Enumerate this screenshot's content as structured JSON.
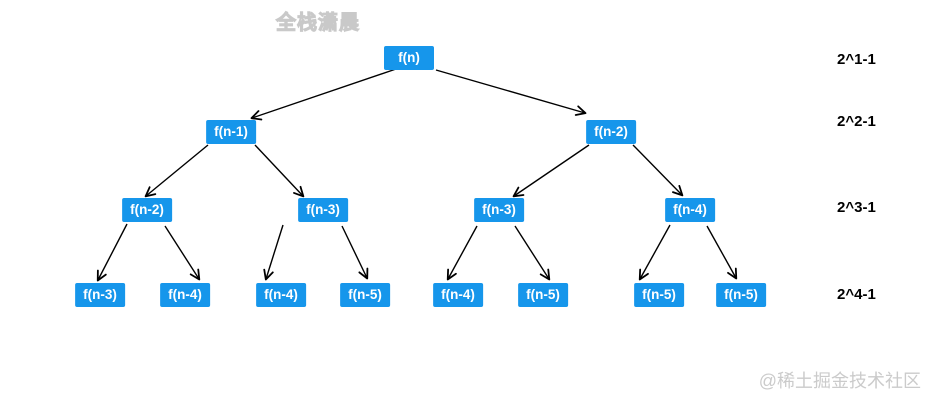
{
  "watermarks": {
    "top": "全栈潇晨",
    "bottom": "@稀土掘金技术社区"
  },
  "colors": {
    "node_bg": "#1696eb",
    "node_text": "#ffffff",
    "arrow": "#000000",
    "level_label_text": "#000000",
    "watermark_gray": "#cccccc"
  },
  "level_labels": [
    {
      "text": "2^1-1",
      "level": 1
    },
    {
      "text": "2^2-1",
      "level": 2
    },
    {
      "text": "2^3-1",
      "level": 3
    },
    {
      "text": "2^4-1",
      "level": 4
    }
  ],
  "tree": {
    "nodes": [
      {
        "id": "n0",
        "label": "f(n)",
        "level": 1
      },
      {
        "id": "n1",
        "label": "f(n-1)",
        "level": 2
      },
      {
        "id": "n2",
        "label": "f(n-2)",
        "level": 2
      },
      {
        "id": "n3",
        "label": "f(n-2)",
        "level": 3
      },
      {
        "id": "n4",
        "label": "f(n-3)",
        "level": 3
      },
      {
        "id": "n5",
        "label": "f(n-3)",
        "level": 3
      },
      {
        "id": "n6",
        "label": "f(n-4)",
        "level": 3
      },
      {
        "id": "n7",
        "label": "f(n-3)",
        "level": 4
      },
      {
        "id": "n8",
        "label": "f(n-4)",
        "level": 4
      },
      {
        "id": "n9",
        "label": "f(n-4)",
        "level": 4
      },
      {
        "id": "n10",
        "label": "f(n-5)",
        "level": 4
      },
      {
        "id": "n11",
        "label": "f(n-4)",
        "level": 4
      },
      {
        "id": "n12",
        "label": "f(n-5)",
        "level": 4
      },
      {
        "id": "n13",
        "label": "f(n-5)",
        "level": 4
      },
      {
        "id": "n14",
        "label": "f(n-5)",
        "level": 4
      }
    ],
    "edges": [
      {
        "from": "n0",
        "to": "n1"
      },
      {
        "from": "n0",
        "to": "n2"
      },
      {
        "from": "n1",
        "to": "n3"
      },
      {
        "from": "n1",
        "to": "n4"
      },
      {
        "from": "n2",
        "to": "n5"
      },
      {
        "from": "n2",
        "to": "n6"
      },
      {
        "from": "n3",
        "to": "n7"
      },
      {
        "from": "n3",
        "to": "n8"
      },
      {
        "from": "n4",
        "to": "n9"
      },
      {
        "from": "n4",
        "to": "n10"
      },
      {
        "from": "n5",
        "to": "n11"
      },
      {
        "from": "n5",
        "to": "n12"
      },
      {
        "from": "n6",
        "to": "n13"
      },
      {
        "from": "n6",
        "to": "n14"
      }
    ]
  }
}
